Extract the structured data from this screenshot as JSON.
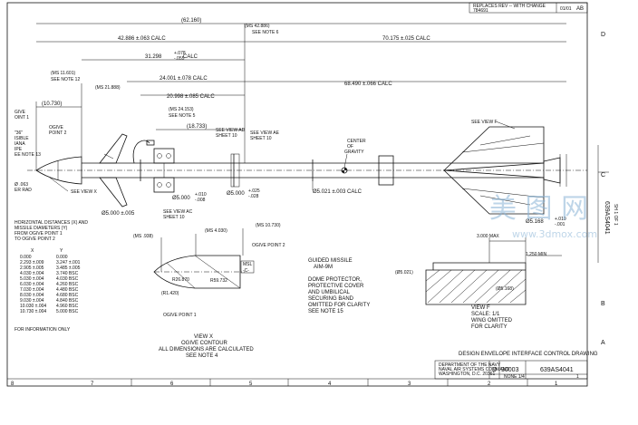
{
  "zones": {
    "right": [
      "D",
      "C",
      "B",
      "A"
    ],
    "bottom": [
      "7",
      "6",
      "5",
      "4",
      "3",
      "2",
      "1",
      "8"
    ]
  },
  "revision": {
    "line1": "REPLACES REV -- WITH CHANGE",
    "line2": "784691",
    "date": "01/01",
    "approval": "AB"
  },
  "sideStamp": {
    "number": "639AS4041",
    "sub": "SH 1 OF 1"
  },
  "dims": {
    "overall": "(62.160)",
    "d1": "42.886 ±.063 CALC",
    "d2": "70.175 ±.025 CALC",
    "ms1": "(MS 42.886)",
    "note6": "SEE NOTE 6",
    "d3": "31.298",
    "d3tolPlus": "+.078",
    "d3tolMinus": "-.055",
    "calc": "CALC",
    "ms2": "(MS 11.601)",
    "note12": "SEE NOTE 12",
    "ms3": "(MS 21.888)",
    "d4": "24.001 ±.078 CALC",
    "d5": "68.490 ±.066 CALC",
    "d6": "20.998 ±.085 CALC",
    "ms4": "(MS 24.153)",
    "note5": "SEE NOTE 5",
    "d7": "(18.733)",
    "d8": "(10.730)"
  },
  "callouts": {
    "ogivePoint1a": "GIVE",
    "ogivePoint1b": "OINT 1",
    "ogivePoint2a": "OGIVE",
    "ogivePoint2b": "POINT 2",
    "q36": "\"36\"",
    "visible": "ISIBLE",
    "iana": "IANA",
    "ipe": "IPE",
    "note13": "EE NOTE 13",
    "dia063": "Ø .063",
    "orRad": "ER RAD",
    "seeViewX": "SEE VIEW X",
    "seeViewAD": "SEE VIEW AD",
    "sheet10a": "SHEET 10",
    "seeViewAE": "SEE VIEW AE",
    "sheet10b": "SHEET 10",
    "centerOf": "CENTER",
    "of": "OF",
    "gravity": "GRAVITY",
    "dia5000a": "Ø5.000",
    "dia5000aTolPlus": "+.010",
    "dia5000aTolMinus": "-.008",
    "dia5000b": "Ø5.000",
    "dia5000bTolPlus": "+.025",
    "dia5000bTolMinus": "-.028",
    "dia5000c": "Ø5.000 ±.005",
    "seeViewAC": "SEE VIEW AC",
    "sheet10c": "SHEET 10",
    "dia5021": "Ø5.021 ±.003 CALC",
    "seeViewF": "SEE VIEW F",
    "dia5168": "Ø5.168",
    "dia5168TolPlus": "+.010",
    "dia5168TolMinus": "-.001"
  },
  "table": {
    "title1": "HORIZONTAL DISTANCES (X) AND",
    "title2": "MISSILE DIAMETERS (Y)",
    "title3": "FROM OGIVE POINT 1",
    "title4": "TO OGIVE POINT 2",
    "colX": "X",
    "colY": "Y",
    "rows": [
      [
        "0.000",
        "0.000"
      ],
      [
        "2.293 ±.009",
        "3.247 ±.001"
      ],
      [
        "2.905 ±.005",
        "3.485 ±.005"
      ],
      [
        "4.030 ±.004",
        "3.740 BSC"
      ],
      [
        "5.030 ±.004",
        "4.030 BSC"
      ],
      [
        "6.030 ±.004",
        "4.260 BSC"
      ],
      [
        "7.030 ±.004",
        "4.480 BSC"
      ],
      [
        "8.030 ±.004",
        "4.680 BSC"
      ],
      [
        "9.030 ±.004",
        "4.840 BSC"
      ],
      [
        "10.030 ±.004",
        "4.960 BSC"
      ],
      [
        "10.730 ±.004",
        "5.000 BSC"
      ]
    ],
    "footer": "FOR INFORMATION ONLY"
  },
  "viewX": {
    "ml": "MSL",
    "c": "-C-",
    "ms938": "(MS .938)",
    "ms4030": "(MS 4.030)",
    "ms10730": "(MS 10.730)",
    "ogivePoint2": "OGIVE POINT 2",
    "r26": "R26.870",
    "r59": "R59.732",
    "r1420": "(R1.420)",
    "ogivePoint1": "OGIVE POINT 1",
    "title": "VIEW X",
    "sub1": "OGIVE CONTOUR",
    "sub2": "ALL DIMENSIONS ARE CALCULATED",
    "sub3": "SEE NOTE 4"
  },
  "note": {
    "l1": "GUIDED MISSILE",
    "l2": "AIM-9M",
    "l3": "DOME PROTECTOR,",
    "l4": "PROTECTIVE COVER",
    "l5": "AND UMBILICAL",
    "l6": "SECURING BAND",
    "l7": "OMITTED FOR CLARITY",
    "l8": "SEE NOTE 15"
  },
  "viewF": {
    "d3000": "3.000 MAX",
    "d1250": "1.250 MIN",
    "d5021": "(Ø5.021)",
    "d5168": "(Ø5.168)",
    "title": "VIEW F",
    "scale": "SCALE: 1/1",
    "wing": "WING OMITTED",
    "clarity": "FOR CLARITY"
  },
  "titleBlock": {
    "title": "DESIGN ENVELOPE INTERFACE CONTROL DRAWING",
    "org1": "DEPARTMENT OF THE NAVY",
    "org2": "NAVAL AIR SYSTEMS COMMAND",
    "org3": "WASHINGTON, D.C. 20361",
    "size": "D",
    "cage": "30003",
    "dwgNo": "639AS4041",
    "scale": "NONE  1/4",
    "sheet": "1"
  },
  "watermark": {
    "cjk": "美 图 网",
    "url": "www.3dmox.com"
  }
}
